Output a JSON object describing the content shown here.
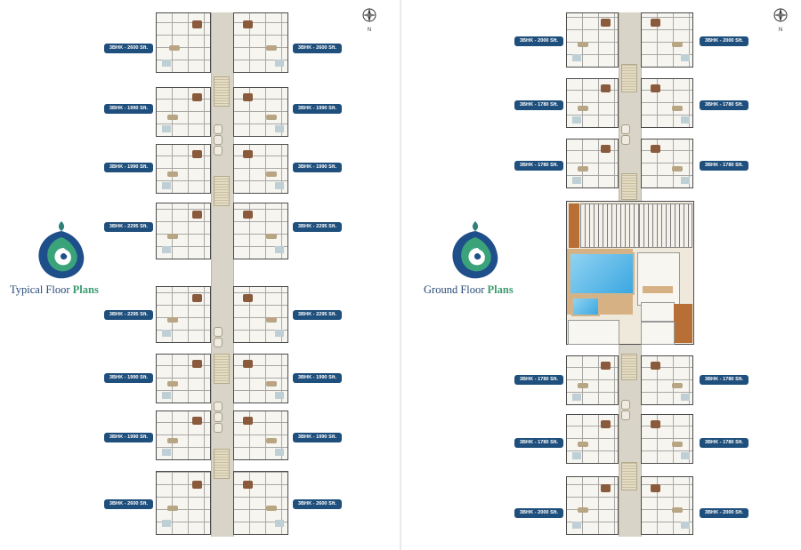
{
  "pages": {
    "left": {
      "title_main": "Typical Floor",
      "title_accent": "Plans"
    },
    "right": {
      "title_main": "Ground Floor",
      "title_accent": "Plans"
    }
  },
  "compass_letter": "N",
  "typical_units": {
    "left": [
      "3BHK - 2600 Sft.",
      "3BHK - 1990 Sft.",
      "3BHK - 1990 Sft.",
      "3BHK - 2295 Sft.",
      "3BHK - 2295 Sft.",
      "3BHK - 1990 Sft.",
      "3BHK - 1990 Sft.",
      "3BHK - 2600 Sft."
    ],
    "right": [
      "3BHK - 2600 Sft.",
      "3BHK - 1990 Sft.",
      "3BHK - 1990 Sft.",
      "3BHK - 2295 Sft.",
      "3BHK - 2295 Sft.",
      "3BHK - 1990 Sft.",
      "3BHK - 1990 Sft.",
      "3BHK - 2600 Sft."
    ]
  },
  "ground_units": {
    "left": [
      "3BHK - 2000 Sft.",
      "3BHK - 1780 Sft.",
      "3BHK - 1780 Sft.",
      "3BHK - 1780 Sft.",
      "3BHK - 1780 Sft.",
      "3BHK - 2000 Sft."
    ],
    "right": [
      "3BHK - 2000 Sft.",
      "3BHK - 1780 Sft.",
      "3BHK - 1780 Sft.",
      "3BHK - 1780 Sft.",
      "3BHK - 1780 Sft.",
      "3BHK - 2000 Sft."
    ]
  },
  "colors": {
    "label_bg": "#1f4f7c",
    "brand_text": "#2a4a78",
    "brand_accent": "#3a9c6e"
  }
}
